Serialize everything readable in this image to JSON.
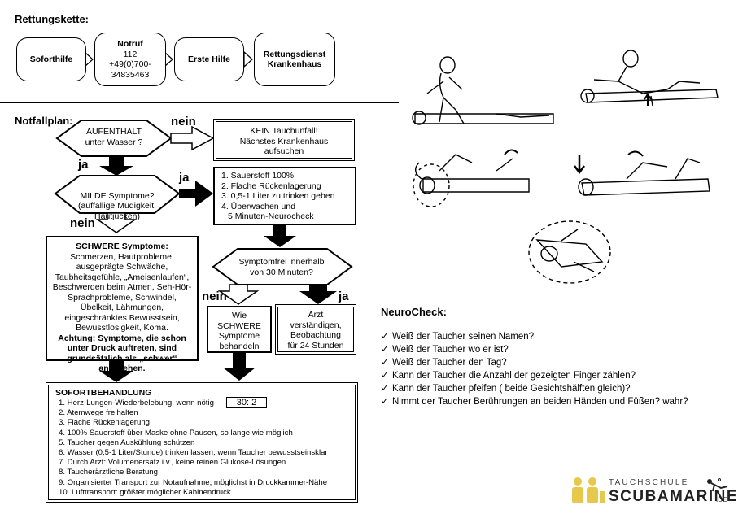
{
  "rettungskette": {
    "title": "Rettungskette:",
    "steps": [
      {
        "label": "Soforthilfe"
      },
      {
        "label": "Notruf",
        "lines": [
          "112",
          "+49(0)700-",
          "34835463"
        ]
      },
      {
        "label": "Erste Hilfe"
      },
      {
        "label": "Rettungsdienst\nKrankenhaus"
      }
    ]
  },
  "notfallplan": {
    "title": "Notfallplan:",
    "q1": "AUFENTHALT\nunter Wasser ?",
    "q1_no": "nein",
    "kein_tauchunfall": "KEIN Tauchunfall!\nNächstes Krankenhaus\naufsuchen",
    "q1_yes": "ja",
    "q2": "MILDE Symptome?\n(auffällige Müdigkeit,\nHautjucken)",
    "q2_yes": "ja",
    "q2_no": "nein",
    "milde_steps": [
      "1. Sauerstoff 100%",
      "2. Flache Rückenlagerung",
      "3. 0,5-1 Liter zu trinken geben",
      "4. Überwachen und",
      "5 Minuten-Neurocheck"
    ],
    "schwere_title": "SCHWERE Symptome:",
    "schwere_text": "Schmerzen, Hautprobleme, ausgeprägte Schwäche, Taubheitsgefühle, „Ameisenlaufen“, Beschwerden beim Atmen, Seh-Hör-Sprachprobleme, Schwindel, Übelkeit, Lähmungen, eingeschränktes Bewusstsein, Bewusstlosigkeit, Koma.",
    "schwere_warning": "Achtung: Symptome, die schon unter Druck auftreten, sind grundsätzlich als „schwer“ anzusehen.",
    "q3": "Symptomfrei innerhalb\nvon 30 Minuten?",
    "q3_no": "nein",
    "q3_yes": "ja",
    "wie_schwere": "Wie\nSCHWERE\nSymptome\nbehandeln",
    "arzt": "Arzt\nverständigen,\nBeobachtung\nfür 24 Stunden",
    "sofort_title": "SOFORTBEHANDLUNG",
    "sofort_items": [
      "1. Herz-Lungen-Wiederbelebung, wenn nötig",
      "2. Atemwege freihalten",
      "3. Flache Rückenlagerung",
      "4. 100% Sauerstoff über Maske ohne Pausen, so lange wie möglich",
      "5. Taucher gegen Auskühlung schützen",
      "6. Wasser (0,5-1 Liter/Stunde) trinken lassen, wenn Taucher bewusstseinsklar",
      "7. Durch Arzt: Volumenersatz i.v., keine reinen Glukose-Lösungen",
      "8. Taucherärztliche Beratung",
      "9. Organisierter Transport zur Notaufnahme, möglichst in Druckkammer-Nähe",
      "10. Lufttransport: größter möglicher Kabinendruck"
    ],
    "cpr_ratio": "30: 2"
  },
  "neurocheck": {
    "title": "NeuroCheck:",
    "check_symbol": "✓",
    "items": [
      "Weiß der Taucher seinen Namen?",
      "Weiß der Taucher wo er ist?",
      "Weiß der Taucher den Tag?",
      "Kann der Taucher die Anzahl der gezeigten Finger zählen?",
      "Kann der Taucher pfeifen ( beide Gesichtshälften gleich)?",
      "Nimmt der Taucher Berührungen an beiden Händen und Füßen? wahr?"
    ]
  },
  "logo": {
    "line1": "TAUCHSCHULE",
    "line2": "SCUBAMARINE",
    "suffix": ".DE",
    "color": "#e8c84a"
  }
}
